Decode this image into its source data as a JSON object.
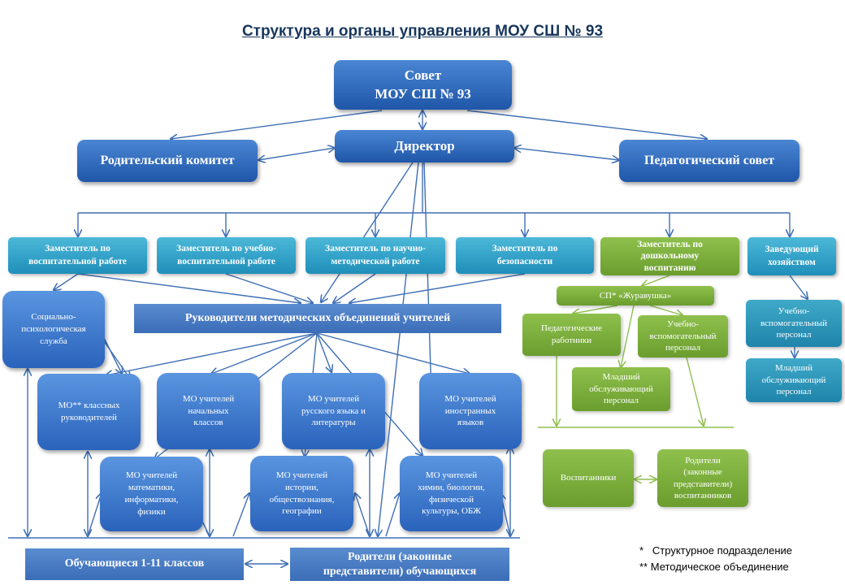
{
  "title": "Структура и органы управления МОУ СШ № 93",
  "council": {
    "line1": "Совет",
    "line2": "МОУ СШ № 93"
  },
  "director": "Директор",
  "parent_committee": "Родительский комитет",
  "ped_council": "Педагогический совет",
  "deputies": {
    "d1": {
      "line1": "Заместитель по",
      "line2": "воспитательной работе"
    },
    "d2": {
      "line1": "Заместитель по учебно-",
      "line2": "воспитательной работе"
    },
    "d3": {
      "line1": "Заместитель по научно-",
      "line2": "методической работе"
    },
    "d4": {
      "line1": "Заместитель по",
      "line2": "безопасности"
    },
    "d5": {
      "line1": "Заместитель по",
      "line2": "дошкольному",
      "line3": "воспитанию"
    },
    "d6": {
      "line1": "Заведующий",
      "line2": "хозяйством"
    }
  },
  "social": {
    "line1": "Социально-",
    "line2": "психологическая",
    "line3": "служба"
  },
  "mo_heads": "Руководители методических объединений учителей",
  "mo": {
    "class_teachers": {
      "line1": "МО** классных",
      "line2": "руководителей"
    },
    "primary": {
      "line1": "МО учителей",
      "line2": "начальных",
      "line3": "классов"
    },
    "russian": {
      "line1": "МО учителей",
      "line2": "русского  языка и",
      "line3": "литературы"
    },
    "foreign": {
      "line1": "МО учителей",
      "line2": "иностранных",
      "line3": "языков"
    },
    "math": {
      "line1": "МО учителей",
      "line2": "математики,",
      "line3": "информатики,",
      "line4": "физики"
    },
    "history": {
      "line1": "МО учителей",
      "line2": "истории,",
      "line3": "обществознания,",
      "line4": "географии"
    },
    "science": {
      "line1": "МО учителей",
      "line2": "химии, биологии,",
      "line3": "физической",
      "line4": "культуры,  ОБЖ"
    }
  },
  "preschool": {
    "unit": "СП* «Журавушка»",
    "ped_workers": {
      "line1": "Педагогические",
      "line2": "работники"
    },
    "aux": {
      "line1": "Учебно-",
      "line2": "вспомогательный",
      "line3": "персонал"
    },
    "junior": {
      "line1": "Младший",
      "line2": "обслуживающий",
      "line3": "персонал"
    },
    "pupils": "Воспитанники",
    "parents": {
      "line1": "Родители",
      "line2": "(законные",
      "line3": "представители)",
      "line4": "воспитанников"
    }
  },
  "household": {
    "aux": {
      "line1": "Учебно-",
      "line2": "вспомогательный",
      "line3": "персонал"
    },
    "junior": {
      "line1": "Младший",
      "line2": "обслуживающий",
      "line3": "персонал"
    }
  },
  "students": "Обучающиеся 1-11 классов",
  "parents": {
    "line1": "Родители  (законные",
    "line2": "представители) обучающихся"
  },
  "footnotes": {
    "star1": "*   Структурное подразделение",
    "star2": "** Методическое объединение"
  },
  "colors": {
    "dark_blue": "#2a63bb",
    "teal": "#1f8fba",
    "green": "#6a9d2e",
    "line_blue": "#3f6fb5",
    "line_green": "#8fbf4f"
  }
}
